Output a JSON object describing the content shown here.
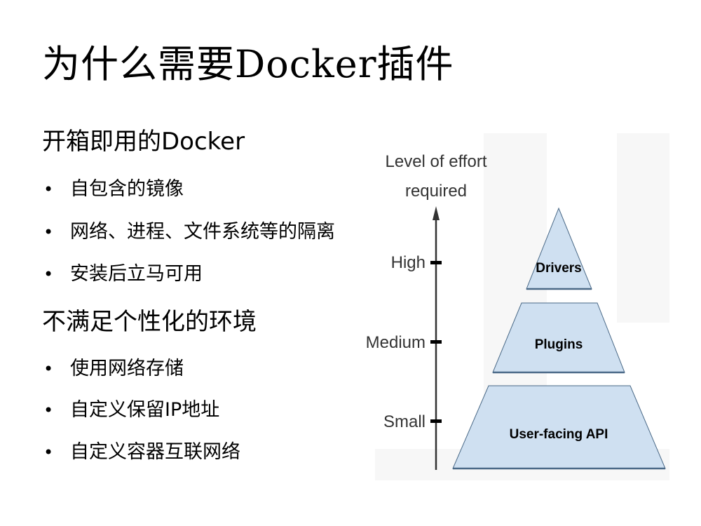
{
  "slide": {
    "title": "为什么需要Docker插件",
    "sections": [
      {
        "heading": "开箱即用的Docker",
        "bullets": [
          "自包含的镜像",
          "网络、进程、文件系统等的隔离",
          "安装后立马可用"
        ]
      },
      {
        "heading": "不满足个性化的环境",
        "bullets": [
          "使用网络存储",
          "自定义保留IP地址",
          "自定义容器互联网络"
        ]
      }
    ],
    "bullet_glyph": "•"
  },
  "diagram": {
    "axis_title_line1": "Level of effort",
    "axis_title_line2": "required",
    "levels": [
      "High",
      "Medium",
      "Small"
    ],
    "tiers": [
      {
        "name": "Drivers",
        "level": "High"
      },
      {
        "name": "Plugins",
        "level": "Medium"
      },
      {
        "name": "User-facing API",
        "level": "Small"
      }
    ],
    "colors": {
      "tier_fill": "#cfe0f1",
      "tier_stroke": "#4a6987",
      "axis": "#333333"
    }
  }
}
